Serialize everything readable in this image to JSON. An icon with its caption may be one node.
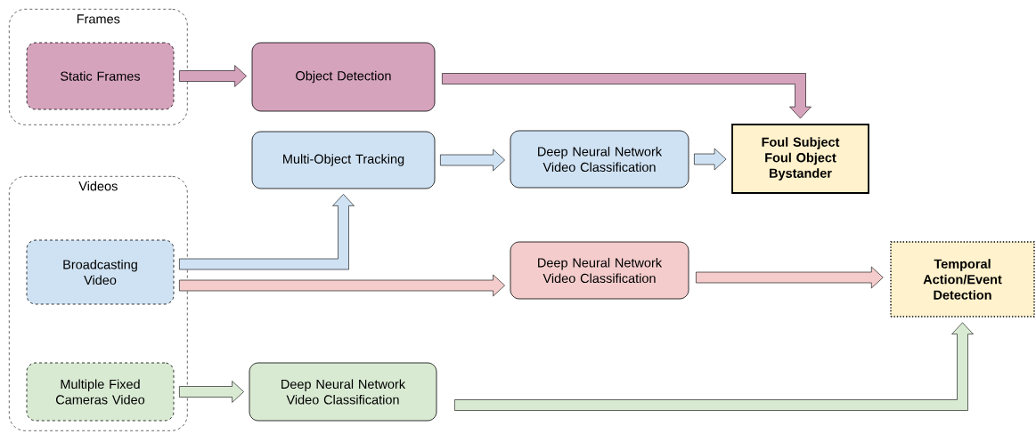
{
  "diagram": {
    "nodes": [
      {
        "text": [
          "Frames"
        ]
      },
      {
        "text": [
          "Static Frames"
        ],
        "in": 0
      },
      {
        "text": [
          "Videos"
        ]
      },
      {
        "text": [
          "Broadcasting Video"
        ],
        "in": 2
      },
      {
        "text": [
          "Multiple Fixed Cameras Video"
        ],
        "in": 2
      },
      {
        "text": [
          "Object Detection"
        ]
      },
      {
        "text": [
          "Multi-Object Tracking"
        ]
      },
      {
        "text": [
          "Deep Neural Network Video Classification"
        ]
      },
      {
        "text": [
          "Foul Subject Foul Object Bystander"
        ]
      },
      {
        "text": [
          "Deep Neural Network Video Classification"
        ]
      },
      {
        "text": [
          "Temporal Action/Event Detection"
        ]
      },
      {
        "text": [
          "Deep Neural Network Video Classification"
        ]
      }
    ],
    "edges": [
      {
        "from": 1,
        "to": 5,
        "arrow": "to",
        "color": "#d6a3bd"
      },
      {
        "from": 5,
        "to": 8,
        "arrow": "to",
        "color": "#d6a3bd"
      },
      {
        "from": 6,
        "to": 7,
        "arrow": "to"
      },
      {
        "from": 7,
        "to": 8,
        "arrow": "to"
      },
      {
        "from": 3,
        "to": 6,
        "arrow": "to"
      },
      {
        "from": 3,
        "to": 9,
        "arrow": "to",
        "color": "#f4cccc"
      },
      {
        "from": 9,
        "to": 10,
        "arrow": "to",
        "color": "#f4cccc"
      },
      {
        "from": 4,
        "to": 11,
        "arrow": "to",
        "color": "#d9ead3"
      },
      {
        "from": 11,
        "to": 10,
        "arrow": "to",
        "color": "#d9ead3"
      }
    ]
  }
}
